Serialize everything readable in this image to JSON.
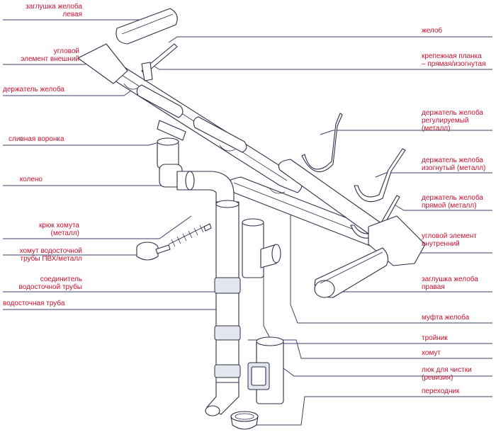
{
  "labels_left": [
    {
      "id": "gutter-end-cap-left",
      "lines": [
        "заглушка желоба",
        "левая"
      ]
    },
    {
      "id": "corner-outer",
      "lines": [
        "угловой",
        "элемент внешний"
      ]
    },
    {
      "id": "gutter-holder",
      "lines": [
        "держатель желоба"
      ]
    },
    {
      "id": "drain-funnel",
      "lines": [
        "сливная воронка"
      ]
    },
    {
      "id": "elbow",
      "lines": [
        "колено"
      ]
    },
    {
      "id": "clamp-hook",
      "lines": [
        "крюк хомута",
        "(металл)"
      ]
    },
    {
      "id": "pipe-clamp",
      "lines": [
        "хомут водосточной",
        "трубы ПВХ/металл"
      ]
    },
    {
      "id": "pipe-connector",
      "lines": [
        "соединитель",
        "водосточной трубы"
      ]
    },
    {
      "id": "downpipe",
      "lines": [
        "водосточная труба"
      ]
    }
  ],
  "labels_right": [
    {
      "id": "gutter",
      "lines": [
        "желоб"
      ]
    },
    {
      "id": "fixing-strip",
      "lines": [
        "крепежная планка",
        "– прямая/изогнутая"
      ]
    },
    {
      "id": "holder-adjustable",
      "lines": [
        "держатель желоба",
        "регулируемый",
        "(металл)"
      ]
    },
    {
      "id": "holder-bent",
      "lines": [
        "держатель желоба",
        "изогнутый (металл)"
      ]
    },
    {
      "id": "holder-straight",
      "lines": [
        "держатель желоба",
        "прямой (металл)"
      ]
    },
    {
      "id": "corner-inner",
      "lines": [
        "угловой элемент",
        "внутренний"
      ]
    },
    {
      "id": "gutter-end-cap-right",
      "lines": [
        "заглушка желоба",
        "правая"
      ]
    },
    {
      "id": "gutter-coupling",
      "lines": [
        "муфта желоба"
      ]
    },
    {
      "id": "tee",
      "lines": [
        "тройник"
      ]
    },
    {
      "id": "clamp",
      "lines": [
        "хомут"
      ]
    },
    {
      "id": "cleanout-hatch",
      "lines": [
        "люк для чистки",
        "(ревизия)"
      ]
    },
    {
      "id": "adapter",
      "lines": [
        "переходник"
      ]
    }
  ]
}
